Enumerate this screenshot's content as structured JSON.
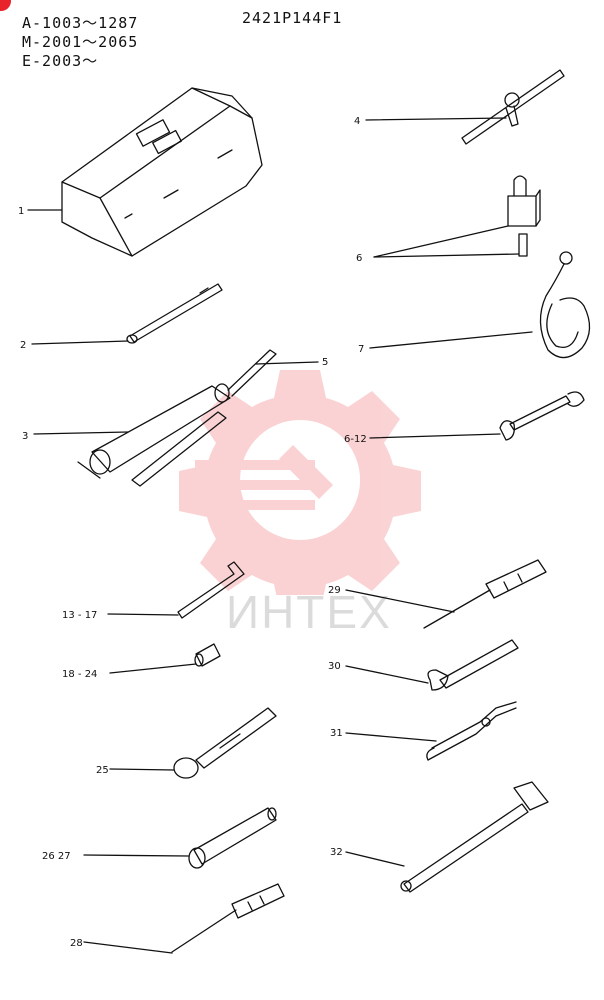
{
  "header": {
    "serial_a": "A-1003～1287",
    "serial_m": "M-2001～2065",
    "serial_e": "E-2003～",
    "part_code": "2421P144F1"
  },
  "callouts": {
    "c1": "1",
    "c2": "2",
    "c3": "3",
    "c4": "4",
    "c5": "5",
    "c6": "6",
    "c7": "7",
    "c6_12": "6-12",
    "c13_17": "13 - 17",
    "c18_24": "18 - 24",
    "c25": "25",
    "c26_27": "26  27",
    "c28": "28",
    "c29": "29",
    "c30": "30",
    "c31": "31",
    "c32": "32"
  },
  "watermark": {
    "text": "ИНТЕХ",
    "color": "#e8232b"
  }
}
